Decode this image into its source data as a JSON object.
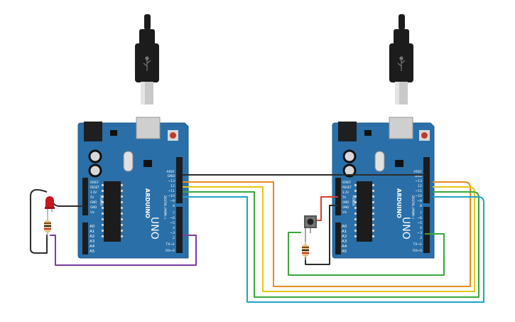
{
  "colors": {
    "board": "#2a6fa8",
    "board_edge": "#1f5a8a",
    "wire_black": "#2b2b2b",
    "wire_red": "#d93b2b",
    "wire_orange": "#e8891d",
    "wire_yellow": "#e6c619",
    "wire_green": "#3aa63a",
    "wire_cyan": "#1ba3c9",
    "wire_purple": "#7d3c98",
    "led_red": "#c8161d"
  },
  "icons": [
    "usb-cable-icon",
    "usb-plug-icon",
    "usb-port-icon",
    "reset-button-icon",
    "ic-chip-icon",
    "led-icon",
    "resistor-icon",
    "pushbutton-icon"
  ],
  "boards": [
    {
      "brand": "ARDUINO",
      "model": "UNO",
      "pin_labels_power": [
        "IOREF",
        "RESET",
        "3.3V",
        "5V",
        "GND",
        "GND",
        "Vin"
      ],
      "power_title": "POWER",
      "analog_labels": [
        "A0",
        "A1",
        "A2",
        "A3",
        "A4",
        "A5"
      ],
      "digital_top": [
        "AREF",
        "GND",
        "~13",
        "12",
        "~11",
        "~10",
        "~9",
        "8"
      ],
      "digital_bottom": [
        "7",
        "~6",
        "~5",
        "4",
        "~3",
        "2",
        "TX→1",
        "RX←0"
      ],
      "digital_title": "DIGITAL (PWM~)"
    },
    {
      "brand": "ARDUINO",
      "model": "UNO",
      "pin_labels_power": [
        "IOREF",
        "RESET",
        "3.3V",
        "5V",
        "GND",
        "GND",
        "Vin"
      ],
      "power_title": "POWER",
      "analog_labels": [
        "A0",
        "A1",
        "A2",
        "A3",
        "A4",
        "A5"
      ],
      "digital_top": [
        "AREF",
        "GND",
        "~13",
        "12",
        "~11",
        "~10",
        "~9",
        "8"
      ],
      "digital_bottom": [
        "7",
        "~6",
        "~5",
        "4",
        "~3",
        "2",
        "TX→1",
        "RX←0"
      ],
      "digital_title": "DIGITAL (PWM~)"
    }
  ]
}
